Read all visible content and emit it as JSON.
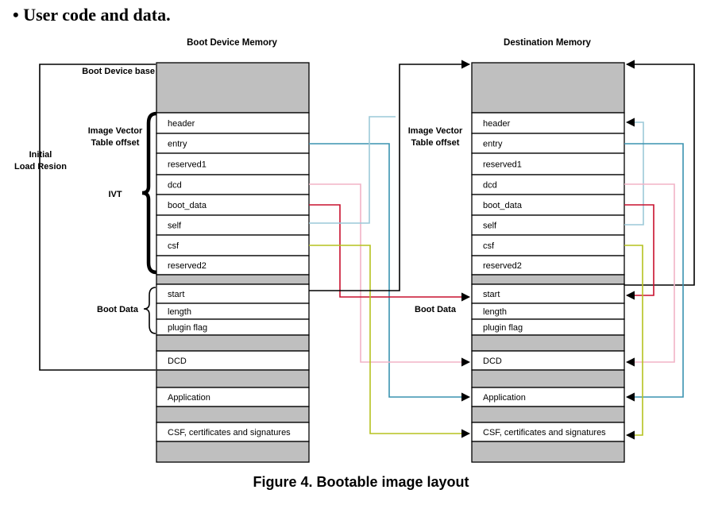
{
  "heading": "User code and data.",
  "caption": "Figure 4.  Bootable image layout",
  "left_memory": {
    "title": "Boot Device Memory",
    "rows": [
      "header",
      "entry",
      "reserved1",
      "dcd",
      "boot_data",
      "self",
      "csf",
      "reserved2",
      "start",
      "length",
      "plugin flag",
      "DCD",
      "Application",
      "CSF, certificates and signatures"
    ]
  },
  "right_memory": {
    "title": "Destination Memory",
    "rows": [
      "header",
      "entry",
      "reserved1",
      "dcd",
      "boot_data",
      "self",
      "csf",
      "reserved2",
      "start",
      "length",
      "plugin flag",
      "DCD",
      "Application",
      "CSF, certificates and signatures"
    ]
  },
  "labels": {
    "boot_device_base": "Boot Device base",
    "ivt_offset_left": [
      "Image Vector",
      "Table offset"
    ],
    "ivt_offset_right": [
      "Image Vector",
      "Table offset"
    ],
    "initial_load_region": [
      "Initial",
      "Load Resion"
    ],
    "ivt": "IVT",
    "boot_data_left": "Boot Data",
    "boot_data_right": "Boot Data"
  },
  "colors": {
    "gray_block": "#bfbfbf",
    "entry_link": "#3a93b0",
    "dcd_link": "#f2b3c6",
    "boot_data_link": "#c8102e",
    "self_link": "#9cc9d8",
    "csf_link": "#b5c21f",
    "black_link": "#000000"
  }
}
